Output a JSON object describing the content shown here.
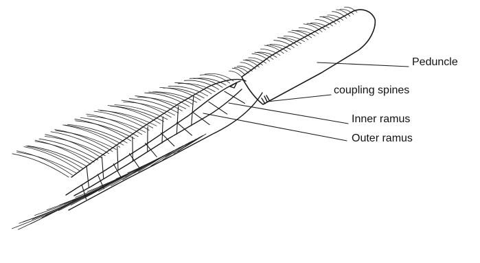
{
  "labels": {
    "peduncle": "Peduncle",
    "coupling_spines": "coupling spines",
    "inner_ramus": "Inner ramus",
    "outer_ramus": "Outer ramus"
  },
  "colors": {
    "ink": "#1a1a1a",
    "background": "#ffffff"
  }
}
